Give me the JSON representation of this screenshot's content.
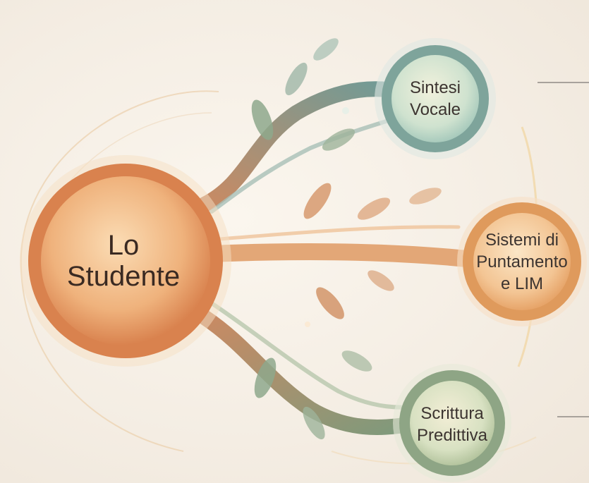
{
  "center": {
    "label": "Lo\nStudente"
  },
  "branches": [
    {
      "label": "Sintesi\nVocale"
    },
    {
      "label": "Sistemi di\nPuntamento\ne LIM"
    },
    {
      "label": "Scrittura\nPredittiva"
    }
  ],
  "colors": {
    "center": "#e8955a",
    "sintesi": "#8fb6a6",
    "sistemi": "#e59f5c",
    "scrittura": "#9bb292",
    "leaf_green": "#8ea88c",
    "leaf_orange": "#d49466"
  }
}
